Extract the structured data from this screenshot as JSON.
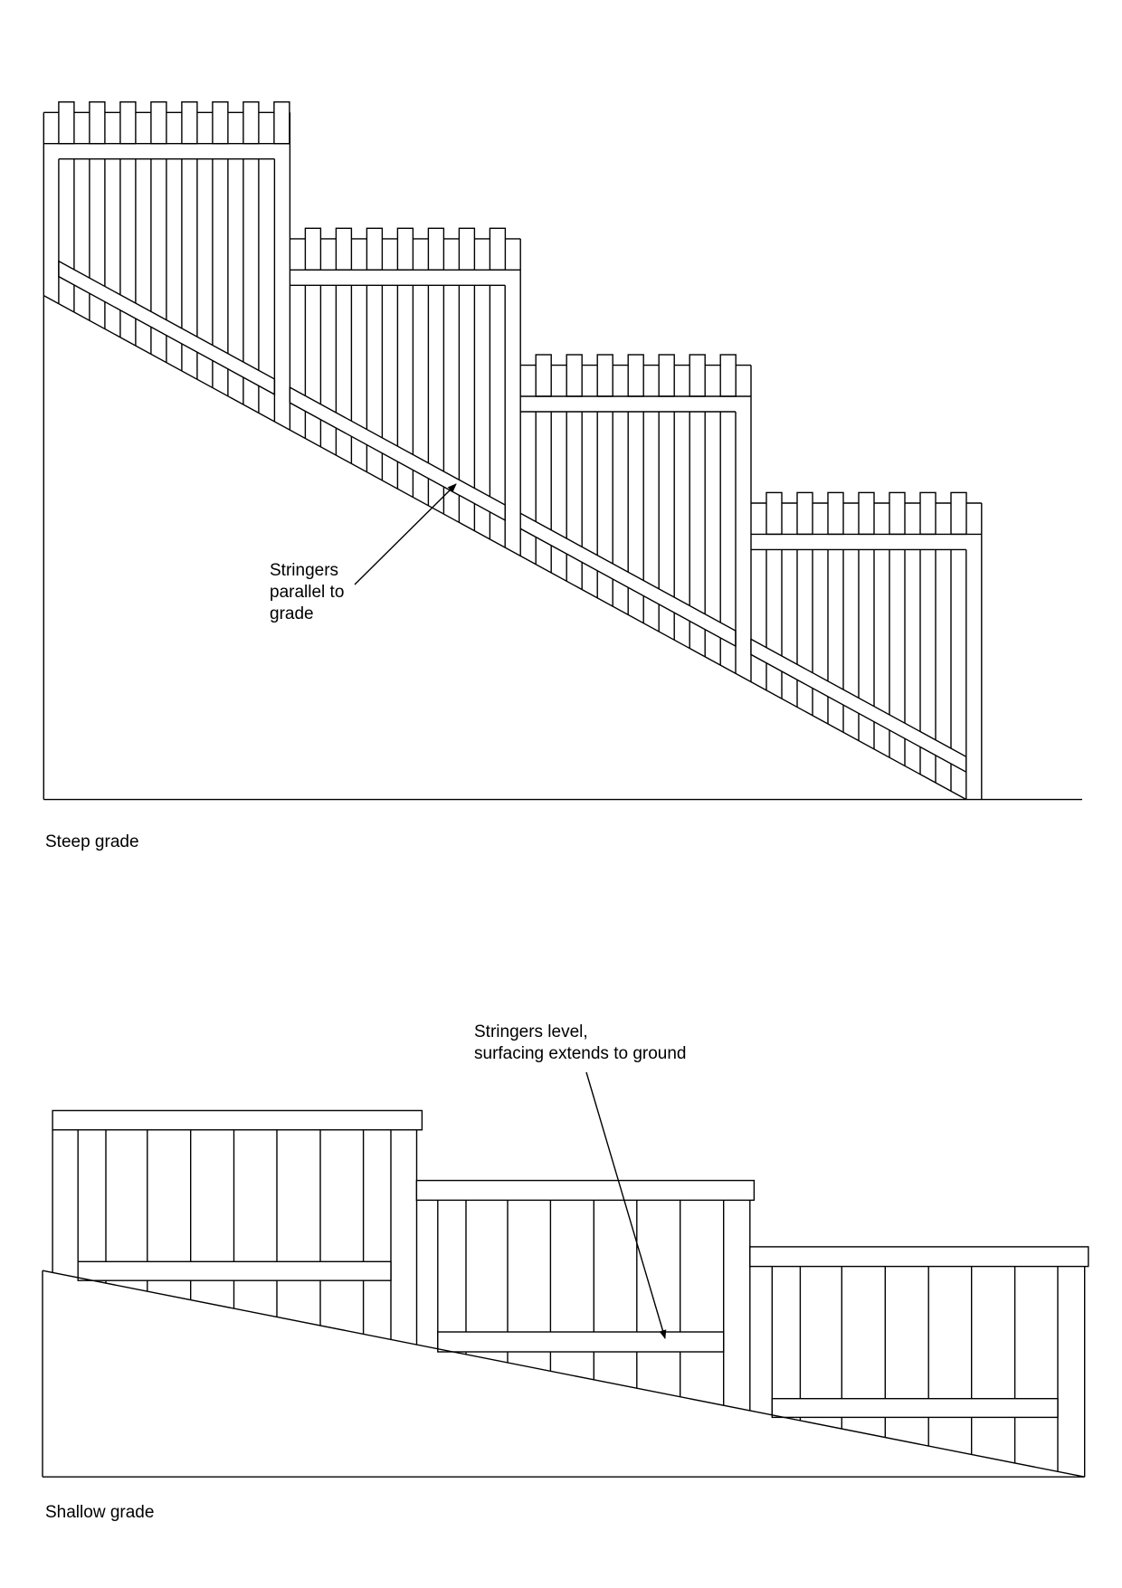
{
  "colors": {
    "line": "#000000",
    "background": "#ffffff"
  },
  "steep": {
    "caption": "Steep grade",
    "callout": [
      "Stringers",
      "parallel to",
      "grade"
    ],
    "panel_count": 4
  },
  "shallow": {
    "caption": "Shallow grade",
    "callout": [
      "Stringers level,",
      "surfacing extends to ground"
    ],
    "panel_count": 3
  }
}
